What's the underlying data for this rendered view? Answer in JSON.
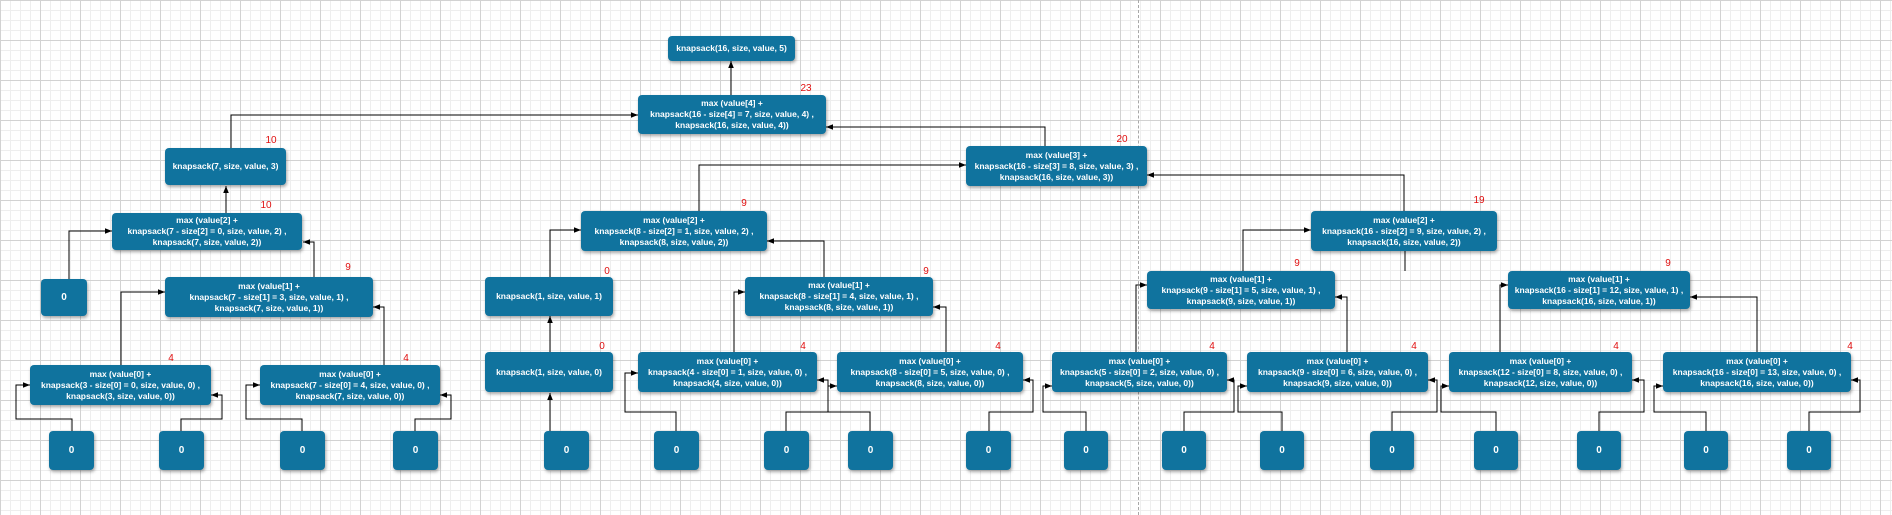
{
  "nodes": {
    "root": "knapsack(16, size, value, 5)",
    "m4": "max (value[4] +\nknapsack(16 - size[4] = 7, size, value, 4) ,\nknapsack(16, size, value, 4))",
    "k7_3": "knapsack(7, size, value, 3)",
    "m3_r": "max (value[3] +\nknapsack(16 - size[3] = 8, size, value, 3) ,\nknapsack(16, size, value, 3))",
    "m2_a": "max (value[2] +\nknapsack(7 - size[2] = 0, size, value, 2) ,\nknapsack(7, size, value, 2))",
    "z_a": "0",
    "m1_a": "max (value[1] +\nknapsack(7 - size[1] = 3, size, value, 1) ,\nknapsack(7, size, value, 1))",
    "m0_a": "max (value[0] +\nknapsack(3 - size[0] = 0, size, value, 0) ,\nknapsack(3, size, value, 0))",
    "m0_b": "max (value[0] +\nknapsack(7 - size[0] = 4, size, value, 0) ,\nknapsack(7, size, value, 0))",
    "z1": "0",
    "z2": "0",
    "z3": "0",
    "z4": "0",
    "m2_b": "max (value[2] +\nknapsack(8 - size[2] = 1, size, value, 2) ,\nknapsack(8, size, value, 2))",
    "k1_1": "knapsack(1, size, value, 1)",
    "k1_0": "knapsack(1, size, value, 0)",
    "z5": "0",
    "m1_b": "max (value[1] +\nknapsack(8 - size[1] = 4, size, value, 1) ,\nknapsack(8, size, value, 1))",
    "m0_c": "max (value[0] +\nknapsack(4 - size[0] = 1, size, value, 0) ,\nknapsack(4, size, value, 0))",
    "m0_d": "max (value[0] +\nknapsack(8 - size[0] = 5, size, value, 0) ,\nknapsack(8, size, value, 0))",
    "z6": "0",
    "z7": "0",
    "z8": "0",
    "z9": "0",
    "m2_c": "max (value[2] +\nknapsack(16 - size[2] = 9, size, value, 2) ,\nknapsack(16, size, value, 2))",
    "m1_c": "max (value[1] +\nknapsack(9 - size[1] = 5, size, value, 1) ,\nknapsack(9, size, value, 1))",
    "m1_d": "max (value[1] +\nknapsack(16 - size[1] = 12, size, value, 1) ,\nknapsack(16, size, value, 1))",
    "m0_e": "max (value[0] +\nknapsack(5 - size[0] = 2, size, value, 0) ,\nknapsack(5, size, value, 0))",
    "m0_f": "max (value[0] +\nknapsack(9 - size[0] = 6, size, value, 0) ,\nknapsack(9, size, value, 0))",
    "m0_g": "max (value[0] +\nknapsack(12 - size[0] = 8, size, value, 0) ,\nknapsack(12, size, value, 0))",
    "m0_h": "max (value[0] +\nknapsack(16 - size[0] = 13, size, value, 0) ,\nknapsack(16, size, value, 0))",
    "z10": "0",
    "z11": "0",
    "z12": "0",
    "z13": "0",
    "z14": "0",
    "z15": "0",
    "z16": "0",
    "z17": "0"
  },
  "results": {
    "m4": "23",
    "k7_3": "10",
    "m3_r": "20",
    "m2_a": "10",
    "m1_a": "9",
    "m0_a": "4",
    "m0_b": "4",
    "m2_b": "9",
    "k1_1": "0",
    "k1_0": "0",
    "m1_b": "9",
    "m0_c": "4",
    "m0_d": "4",
    "m2_c": "19",
    "m1_c": "9",
    "m1_d": "9",
    "m0_e": "4",
    "m0_f": "4",
    "m0_g": "4",
    "m0_h": "4"
  },
  "colors": {
    "node_fill": "#10739e",
    "node_text": "#ffffff",
    "edge": "#000000",
    "result_text": "#e01010",
    "grid": "#d2d2d2"
  }
}
